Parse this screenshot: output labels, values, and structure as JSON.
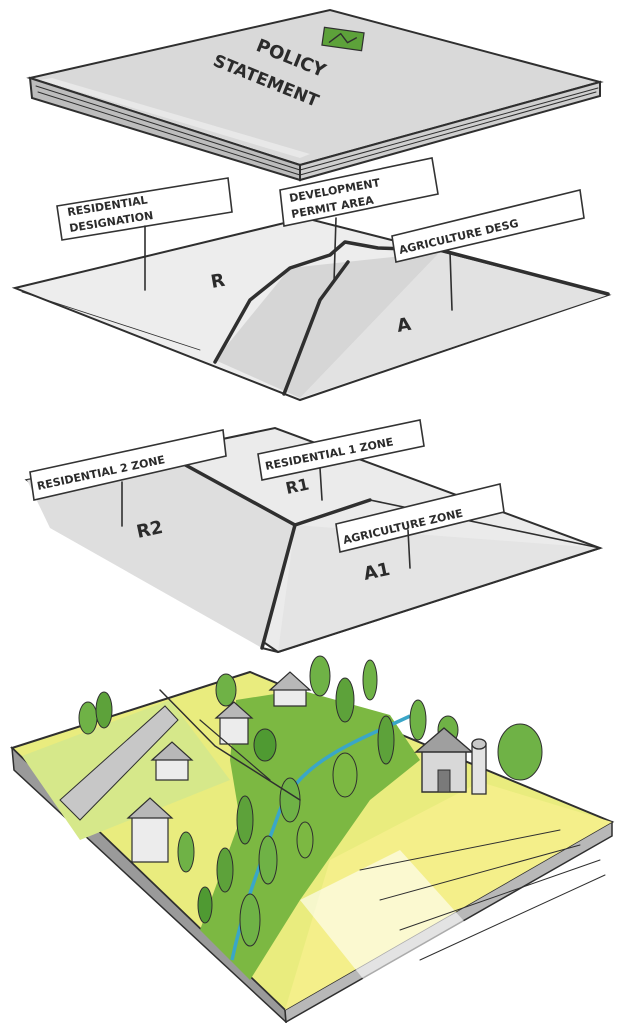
{
  "book": {
    "title_line1": "POLICY",
    "title_line2": "STATEMENT"
  },
  "layer1": {
    "labels": [
      "RESIDENTIAL DESIGNATION",
      "DEVELOPMENT PERMIT AREA",
      "AGRICULTURE DESG"
    ],
    "callout_lines": [
      [
        "RESIDENTIAL",
        "DESIGNATION"
      ],
      [
        "DEVELOPMENT",
        "PERMIT AREA"
      ],
      [
        "AGRICULTURE DESG"
      ]
    ],
    "codes": {
      "residential": "R",
      "agriculture": "A"
    }
  },
  "layer2": {
    "labels": [
      "RESIDENTIAL 2 ZONE",
      "RESIDENTIAL 1 ZONE",
      "AGRICULTURE ZONE"
    ],
    "codes": {
      "r2": "R2",
      "r1": "R1",
      "a1": "A1"
    }
  },
  "colors": {
    "paper": "#ffffff",
    "plate": "#e6e6e6",
    "plate_shade": "#cfcfcf",
    "green": "#7cb842",
    "yellow": "#f0ea7a",
    "river": "#3aa6c8",
    "logo": "#5da23a"
  }
}
